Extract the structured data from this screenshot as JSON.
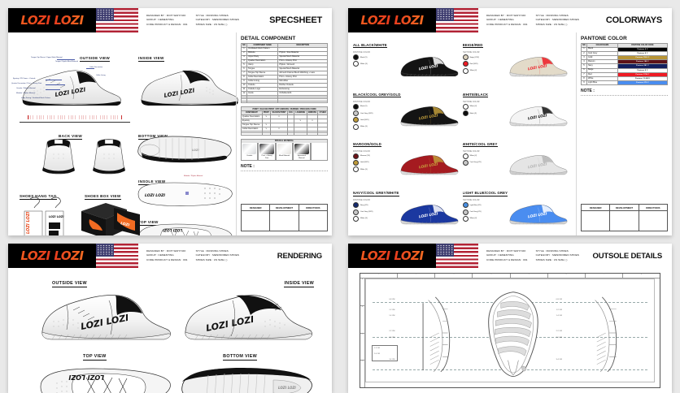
{
  "brand": {
    "logo_text": "LOZI LOZI",
    "flag": "us-flag"
  },
  "header_meta": {
    "designed_by": "DESIGNED BY : DOIT WAHYUDI",
    "group": "GROUP : CEMENTING",
    "code": "CODE PRODUCT & DESIGN : 001",
    "style": "STYLE : RUNNING SHOES",
    "category": "CATEGORY : MEN/WOMEN SHOES",
    "size": "SHOES SIZE : US SIZE (  )"
  },
  "sheets": [
    {
      "id": "specsheet",
      "title": "SPECSHEET"
    },
    {
      "id": "colorways",
      "title": "COLORWAYS"
    },
    {
      "id": "rendering",
      "title": "RENDERING"
    },
    {
      "id": "outsole_details",
      "title": "OUTSOLE DETAILS"
    }
  ],
  "specsheet": {
    "views": {
      "outside": "OUTSIDE VIEW",
      "inside": "INSIDE VIEW",
      "back": "BACK VIEW",
      "bottom": "BOTTOM VIEW",
      "insole": "INSOLE VIEW",
      "top": "TOP VIEW",
      "hang_tag": "SHOES HANG TAG",
      "box": "SHOES BOX VIEW"
    },
    "callouts": [
      "Tongue Top Sleeve / Upper Mesh Material",
      "Tongue / Eyelet Mesh Material",
      "Collar Decoration",
      "Collar Lining",
      "Vamp / Mesh Material",
      "Eyestay / PU Foam + Outsole",
      "Quarter Decoration / Print + Glossy Print",
      "Outsole / Rubber Material",
      "Midsole / Phylon Material",
      "Vamp Foxing / Ventilated Mesh Pattern"
    ],
    "detail_component": {
      "title": "DETAIL COMPONENT",
      "columns": [
        "NO",
        "COMPONENT NAME",
        "DESCRIPTION"
      ],
      "rows": [
        [
          "1",
          "Ventilated Mesh Pattern",
          "-"
        ],
        [
          "2",
          "Midsole",
          "Phylon / Eva Material"
        ],
        [
          "3",
          "Upper Body",
          "Special Mesh Material"
        ],
        [
          "4",
          "Quarter Decoration",
          "Print + Glossy Print"
        ],
        [
          "5",
          "Vamp",
          "Phylon / Airmesh"
        ],
        [
          "6",
          "Tongue",
          "Special Mesh Material"
        ],
        [
          "7",
          "Tongue Top Sleeve",
          "Airmesh Flannel Mesh Webbing + Lace"
        ],
        [
          "8",
          "Collar Decoration",
          "Print + Glossy Print"
        ],
        [
          "9",
          "Collar Lining",
          "Microfiber"
        ],
        [
          "10",
          "Outsole",
          "Rubber Outsole"
        ],
        [
          "11",
          "Outsole Logo",
          "Embossing"
        ],
        [
          "12",
          "Insole",
          "Ortholite EVA"
        ],
        [
          "",
          "",
          ""
        ],
        [
          "",
          "",
          ""
        ],
        [
          "",
          "",
          ""
        ],
        [
          "",
          "",
          ""
        ]
      ]
    },
    "material_matrix": {
      "caption": "PRINT / SILICON PRINT / DTF EMBOSS / RUBBER / PROCESS FORM",
      "columns": [
        "COMPONENT",
        "PRINT",
        "SILICON PRINT",
        "EVA",
        "LASERING",
        "EMBOSS",
        "OTHER"
      ],
      "rows": [
        [
          "Quarter Decoration",
          "v",
          "v",
          "",
          "",
          "",
          ""
        ],
        [
          "Eyestay",
          "",
          "",
          "",
          "v",
          "v",
          ""
        ],
        [
          "Tongue Top Sleeve",
          "v",
          "",
          "",
          "",
          "",
          ""
        ],
        [
          "Collar Decoration",
          "v",
          "v",
          "",
          "",
          "",
          ""
        ],
        [
          "",
          "",
          "",
          "",
          "",
          "",
          ""
        ],
        [
          "",
          "",
          "",
          "",
          "",
          "",
          ""
        ]
      ]
    },
    "special_material": {
      "caption": "SPECIAL MATERIAL",
      "items": [
        {
          "name": "Outsole",
          "swatch": "#d4d6d8"
        },
        {
          "name": "Print + Glossy Print",
          "swatch": "#2a2a2c"
        },
        {
          "name": "Mesh Material",
          "swatch": "#e3e1dd"
        },
        {
          "name": "Ephemeral Material",
          "swatch": "#111111"
        }
      ]
    },
    "note_label": "NOTE :"
  },
  "colorways": {
    "items": [
      {
        "name": "ALL BLACK/WHITE",
        "pantone_label": "PANTONE COLOR",
        "swatches": [
          {
            "label": "Black (X)",
            "hex": "#0d0d0d"
          },
          {
            "label": "White (X)",
            "hex": "#ffffff"
          }
        ],
        "shoe": {
          "body": "#141414",
          "sole": "#1b1b1b",
          "accent": "#ffffff",
          "logo": "#ffffff"
        }
      },
      {
        "name": "BEIGE/RED",
        "pantone_label": "PANTONE COLOR",
        "swatches": [
          {
            "label": "Beige (XXX)",
            "hex": "#ded4c0"
          },
          {
            "label": "Red (XXX)",
            "hex": "#ee1b24"
          },
          {
            "label": "White (X)",
            "hex": "#ffffff"
          }
        ],
        "shoe": {
          "body": "#e3dbc9",
          "sole": "#dcdcdc",
          "accent": "#ee1b24",
          "logo": "#ee1b24"
        }
      },
      {
        "name": "BLACK/COOL GREY/GOLD",
        "pantone_label": "PANTONE COLOR",
        "swatches": [
          {
            "label": "Black (X)",
            "hex": "#0d0d0d"
          },
          {
            "label": "Cool Grey (XXX)",
            "hex": "#c9c9c9"
          },
          {
            "label": "Gold (XXX)",
            "hex": "#bf9b3a"
          },
          {
            "label": "White (X)",
            "hex": "#ffffff"
          }
        ],
        "shoe": {
          "body": "#141414",
          "sole": "#d7d7d7",
          "accent": "#bf9b3a",
          "logo": "#c9a43f"
        }
      },
      {
        "name": "WHITE/BLACK",
        "pantone_label": "PANTONE COLOR",
        "swatches": [
          {
            "label": "White (X)",
            "hex": "#ffffff"
          },
          {
            "label": "Black (X)",
            "hex": "#0d0d0d"
          }
        ],
        "shoe": {
          "body": "#f4f4f4",
          "sole": "#d9d9d9",
          "accent": "#111111",
          "logo": "#111111"
        }
      },
      {
        "name": "MAROON/GOLD",
        "pantone_label": "PANTONE COLOR",
        "swatches": [
          {
            "label": "Maroon (XX)",
            "hex": "#6d1318"
          },
          {
            "label": "Gold (XXX)",
            "hex": "#bf9b3a"
          },
          {
            "label": "White (X)",
            "hex": "#ffffff"
          }
        ],
        "shoe": {
          "body": "#a51b20",
          "sole": "#dcdcdc",
          "accent": "#bf9b3a",
          "logo": "#c9a43f"
        }
      },
      {
        "name": "WHITE/COOL GREY",
        "pantone_label": "PANTONE COLOR",
        "swatches": [
          {
            "label": "White (X)",
            "hex": "#ffffff"
          },
          {
            "label": "Cool Grey (XX)",
            "hex": "#c9c9c9"
          }
        ],
        "shoe": {
          "body": "#e5e5e5",
          "sole": "#cfcfcf",
          "accent": "#b6b6b6",
          "logo": "#b3b3b3"
        }
      },
      {
        "name": "NAVY/COOL GREY/WHITE",
        "pantone_label": "PANTONE COLOR",
        "swatches": [
          {
            "label": "Navy (XX)",
            "hex": "#152a6e"
          },
          {
            "label": "Cool Grey (XXX)",
            "hex": "#c9c9c9"
          },
          {
            "label": "White (X)",
            "hex": "#ffffff"
          }
        ],
        "shoe": {
          "body": "#1b38a0",
          "sole": "#d4d4d4",
          "accent": "#ffffff",
          "logo": "#ffffff"
        }
      },
      {
        "name": "LIGHT BLUE/COOL GREY",
        "pantone_label": "PANTONE COLOR",
        "swatches": [
          {
            "label": "Light Blue (XX)",
            "hex": "#4a90e2"
          },
          {
            "label": "Cool Grey (XX)",
            "hex": "#c9c9c9"
          },
          {
            "label": "White (X)",
            "hex": "#ffffff"
          }
        ],
        "shoe": {
          "body": "#4a8df0",
          "sole": "#d4d4d4",
          "accent": "#ffffff",
          "logo": "#ffffff"
        }
      }
    ],
    "pantone_table": {
      "title": "PANTONE COLOR",
      "columns": [
        "NO",
        "COLOR NAME",
        "PANTONE COLOR CODE"
      ],
      "rows": [
        {
          "no": "1",
          "name": "Black",
          "code": "Pantone 6 C",
          "hex": "#000000",
          "text": "#ffffff"
        },
        {
          "no": "2",
          "name": "Cool Grey",
          "code": "Pantone 8 C",
          "hex": "#ffffff",
          "text": "#111111"
        },
        {
          "no": "3",
          "name": "Gold",
          "code": "Pantone 7551 C",
          "hex": "#b89536",
          "text": "#ffffff"
        },
        {
          "no": "4",
          "name": "Maroon",
          "code": "Pantone 188 C",
          "hex": "#5e1216",
          "text": "#ffffff"
        },
        {
          "no": "5",
          "name": "Navy",
          "code": "Pantone 281 C",
          "hex": "#13205e",
          "text": "#ffffff"
        },
        {
          "no": "6",
          "name": "Beige",
          "code": "Pantone 8 C",
          "hex": "#ffffff",
          "text": "#111111"
        },
        {
          "no": "7",
          "name": "Red",
          "code": "Pantone 1788 C",
          "hex": "#ee1b24",
          "text": "#ffffff"
        },
        {
          "no": "8",
          "name": "White",
          "code": "Pantone 11-0601",
          "hex": "#ffffff",
          "text": "#111111"
        },
        {
          "no": "9",
          "name": "Light Blue",
          "code": "Pantone 279 C",
          "hex": "#4a8df0",
          "text": "#ffffff"
        }
      ]
    },
    "note_label": "NOTE :"
  },
  "rendering": {
    "views": {
      "outside": "OUTSIDE VIEW",
      "inside": "INSIDE VIEW",
      "top": "TOP VIEW",
      "bottom": "BOTTOM VIEW"
    }
  },
  "outsole": {
    "top_ticks": [
      "1",
      "2",
      "3",
      "4",
      "5",
      "6",
      "7",
      "8"
    ],
    "side_ticks": [
      "A",
      "B",
      "C",
      "D"
    ],
    "dimensions_left": [
      "0.8 CM",
      "1.2 CM",
      "1.4 CM",
      "2.2 CM",
      "2.6 CM",
      "3.4 CM"
    ],
    "dimensions_right": [
      "0.8 CM",
      "1.2 CM",
      "1.4 CM",
      "2.2 CM",
      "2.6 CM",
      "3.4 CM"
    ],
    "detail_box": [
      "1.2 CM",
      "1.0 CM"
    ]
  },
  "signature": {
    "columns": [
      "DESIGNER",
      "DEVELOPMENT",
      "DIRECTIONS"
    ]
  },
  "colors": {
    "page_bg": "#e9e9e9",
    "sheet_bg": "#ffffff",
    "logo_bg": "#000000",
    "logo_fg": "#ee4b1e",
    "flag_red": "#b22234",
    "flag_blue": "#3c3b6e",
    "rule": "#111111"
  }
}
